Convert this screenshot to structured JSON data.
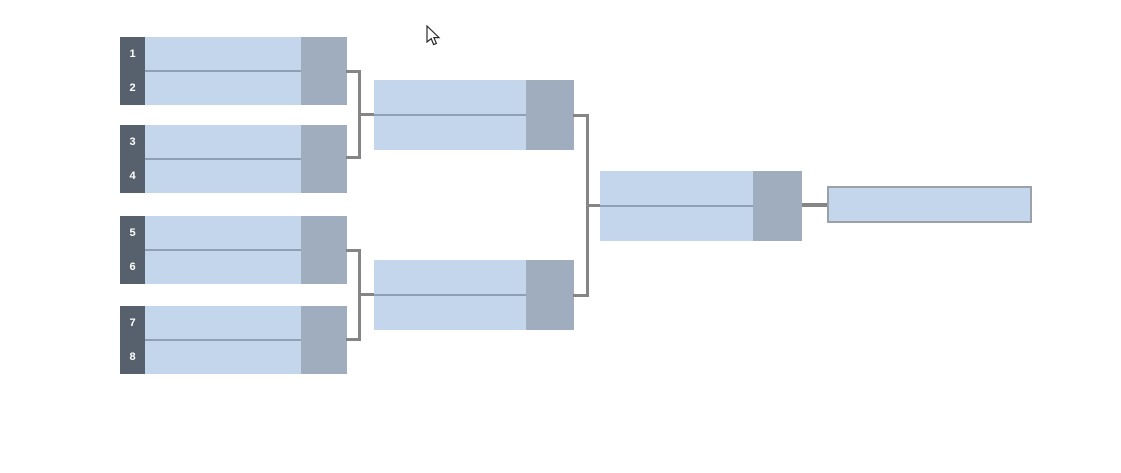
{
  "bracket": {
    "seeds": [
      "1",
      "2",
      "3",
      "4",
      "5",
      "6",
      "7",
      "8"
    ],
    "slot_value": "",
    "champion_value": ""
  },
  "colors": {
    "background": "#ffffff",
    "light": "#c3d6eb",
    "mid": "#9fadbe",
    "dark": "#57616e",
    "line": "#8fa0b4",
    "connector": "#858585",
    "champion_border": "#9aa1a9",
    "seed_text": "#ffffff"
  }
}
